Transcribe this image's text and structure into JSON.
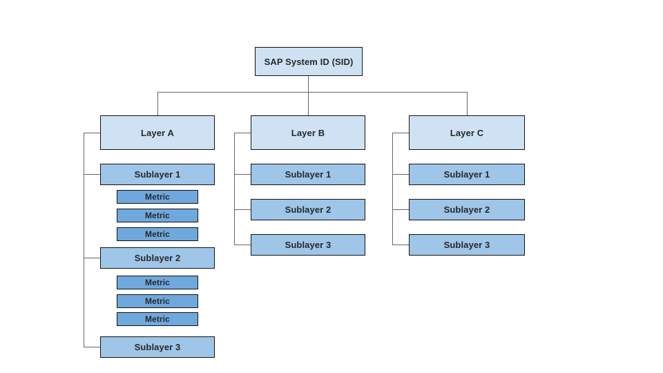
{
  "diagram": {
    "root_label": "SAP System ID (SID)",
    "columns": [
      {
        "layer_label": "Layer A",
        "sublayers": [
          {
            "label": "Sublayer 1",
            "metrics": [
              "Metric",
              "Metric",
              "Metric"
            ]
          },
          {
            "label": "Sublayer 2",
            "metrics": [
              "Metric",
              "Metric",
              "Metric"
            ]
          },
          {
            "label": "Sublayer 3",
            "metrics": []
          }
        ]
      },
      {
        "layer_label": "Layer B",
        "sublayers": [
          {
            "label": "Sublayer 1",
            "metrics": []
          },
          {
            "label": "Sublayer 2",
            "metrics": []
          },
          {
            "label": "Sublayer 3",
            "metrics": []
          }
        ]
      },
      {
        "layer_label": "Layer C",
        "sublayers": [
          {
            "label": "Sublayer 1",
            "metrics": []
          },
          {
            "label": "Sublayer 2",
            "metrics": []
          },
          {
            "label": "Sublayer 3",
            "metrics": []
          }
        ]
      }
    ],
    "colors": {
      "background": "#ffffff",
      "layer_fill": "#cfe2f3",
      "sublayer_fill": "#9fc5e8",
      "metric_fill": "#6fa8dc",
      "box_border": "#111111",
      "connector": "#666666",
      "text": "#26282b"
    }
  }
}
